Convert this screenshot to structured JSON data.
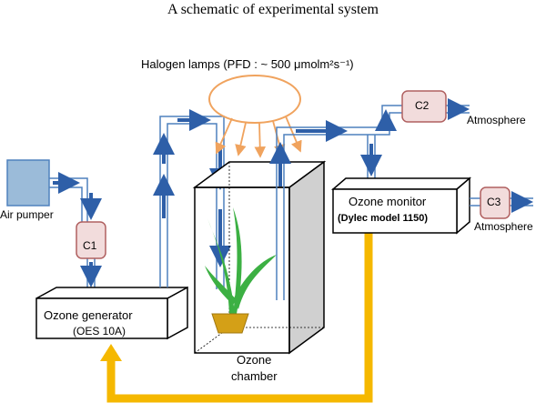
{
  "title": "A schematic of experimental system",
  "lamp_label": "Halogen lamps (PFD : ~ 500 μmolm²s⁻¹)",
  "air_pumper": "Air pumper",
  "filters": {
    "c1": "C1",
    "c2": "C2",
    "c3": "C3"
  },
  "ozone_generator": {
    "line1": "Ozone generator",
    "line2": "(OES 10A)"
  },
  "ozone_monitor": {
    "line1": "Ozone monitor",
    "line2": "(Dylec model 1150)"
  },
  "chamber": {
    "line1": "Ozone",
    "line2": "chamber"
  },
  "atmosphere_top": "Atmosphere",
  "atmosphere_right": "Atmosphere",
  "colors": {
    "tube": "#4f81bd",
    "arrow": "#2e5fa8",
    "lamp": "#f0a35e",
    "return_line": "#f5b800",
    "filter_fill": "#f2dcdc",
    "filter_stroke": "#b06060",
    "pump_fill": "#9bbbd9",
    "plant_leaf": "#3cb043",
    "pot": "#d4a017",
    "chamber_side": "#d0d0d0"
  }
}
